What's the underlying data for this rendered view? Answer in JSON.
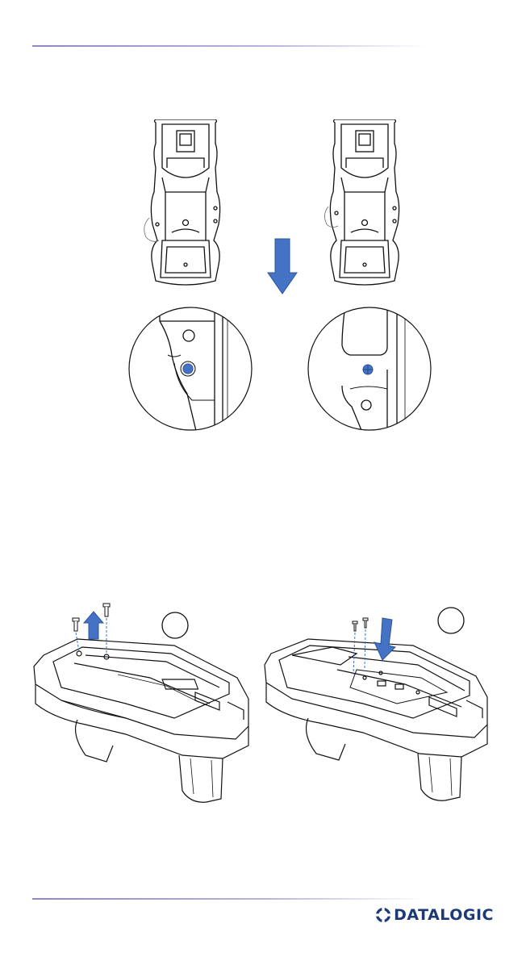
{
  "document": {
    "brand": {
      "name": "DATALOGIC",
      "logo_icon": "datalogic-logo-icon",
      "color": "#1d3a78"
    },
    "accent_color": "#4472c4",
    "figures": [
      {
        "name": "cradle-top-views",
        "callouts": []
      },
      {
        "name": "cradle-screw-detail-views",
        "callouts": []
      },
      {
        "name": "cradle-screw-removal-views",
        "callouts": [
          "",
          ""
        ]
      }
    ]
  }
}
